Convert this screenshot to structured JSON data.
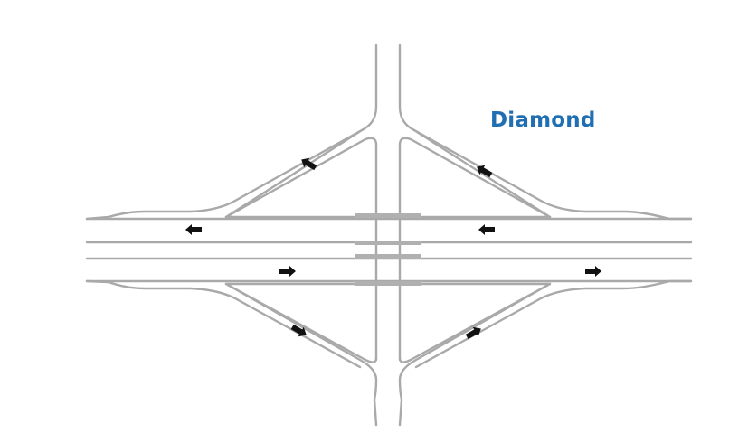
{
  "title": "Diamond",
  "colors": {
    "title": "#1f6fb2",
    "road_edge": "#a9a9a9",
    "bridge": "#b0b0b0",
    "arrow": "#111111",
    "background": "#ffffff"
  },
  "diagram": {
    "type": "diamond-interchange",
    "direction_arrows": 8
  }
}
